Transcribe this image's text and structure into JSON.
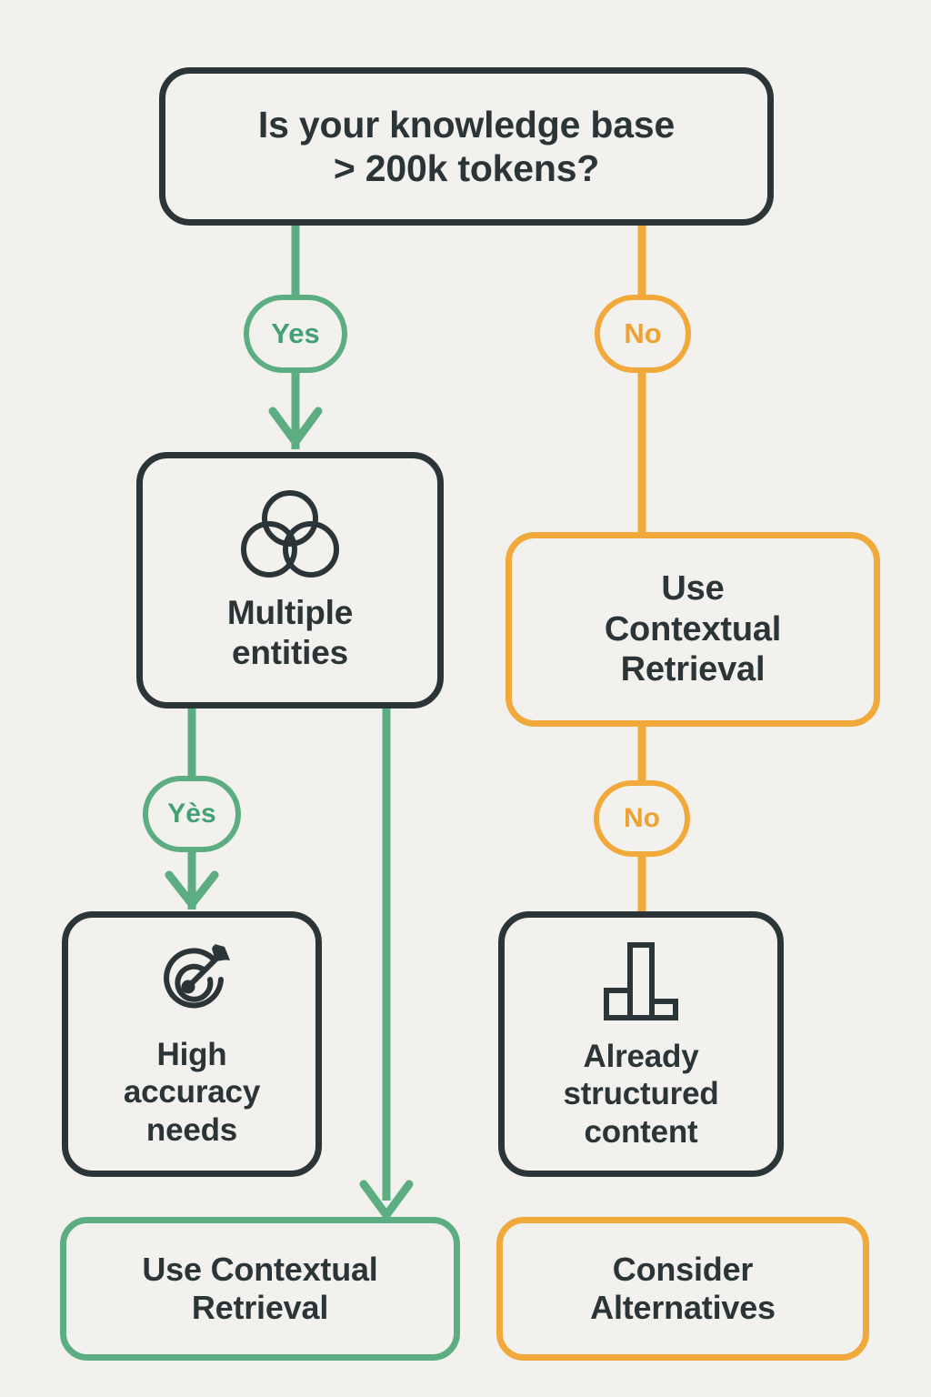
{
  "diagram": {
    "title": "Contextual Retrieval decision flowchart",
    "type": "flowchart",
    "background_color": "#F2F1ED",
    "colors": {
      "dark": "#2B3538",
      "green": "#5CAE82",
      "orange": "#F2A93B",
      "text": "#2B3538"
    },
    "nodes": [
      {
        "id": "root",
        "label": "Is your knowledge base\n> 200k tokens?",
        "shape": "rounded-rect",
        "border_color": "#2B3538",
        "icon": null
      },
      {
        "id": "multiple-entities",
        "label": "Multiple\nentities",
        "shape": "rounded-rect",
        "border_color": "#2B3538",
        "icon": "three-overlapping-circles-icon"
      },
      {
        "id": "use-contextual-retrieval-orange",
        "label": "Use\nContextual\nRetrieval",
        "shape": "rounded-rect",
        "border_color": "#F2A93B",
        "icon": null
      },
      {
        "id": "high-accuracy-needs",
        "label": "High\naccuracy\nneeds",
        "shape": "rounded-rect",
        "border_color": "#2B3538",
        "icon": "target-arrow-icon"
      },
      {
        "id": "already-structured-content",
        "label": "Already\nstructured\ncontent",
        "shape": "rounded-rect",
        "border_color": "#2B3538",
        "icon": "bar-chart-icon"
      },
      {
        "id": "result-use-contextual-retrieval",
        "label": "Use Contextual\nRetrieval",
        "shape": "rounded-rect",
        "border_color": "#5CAE82",
        "icon": null
      },
      {
        "id": "result-consider-alternatives",
        "label": "Consider\nAlternatives",
        "shape": "rounded-rect",
        "border_color": "#F2A93B",
        "icon": null
      }
    ],
    "edge_labels": [
      {
        "id": "yes-1",
        "text": "Yes",
        "color": "#5CAE82",
        "from": "root",
        "to": "multiple-entities"
      },
      {
        "id": "no-1",
        "text": "No",
        "color": "#F2A93B",
        "from": "root",
        "to": "use-contextual-retrieval-orange"
      },
      {
        "id": "yes-2",
        "text": "Yès",
        "color": "#5CAE82",
        "from": "multiple-entities",
        "to": "high-accuracy-needs"
      },
      {
        "id": "no-2",
        "text": "No",
        "color": "#F2A93B",
        "from": "use-contextual-retrieval-orange",
        "to": "already-structured-content"
      }
    ],
    "edges": [
      {
        "id": "edge-root-yes",
        "color": "#5CAE82",
        "arrow": true
      },
      {
        "id": "edge-root-no",
        "color": "#F2A93B",
        "arrow": false
      },
      {
        "id": "edge-multiple-yes",
        "color": "#5CAE82",
        "arrow": true
      },
      {
        "id": "edge-multiple-to-result",
        "color": "#5CAE82",
        "arrow": true
      },
      {
        "id": "edge-orange-no",
        "color": "#F2A93B",
        "arrow": false
      }
    ]
  }
}
